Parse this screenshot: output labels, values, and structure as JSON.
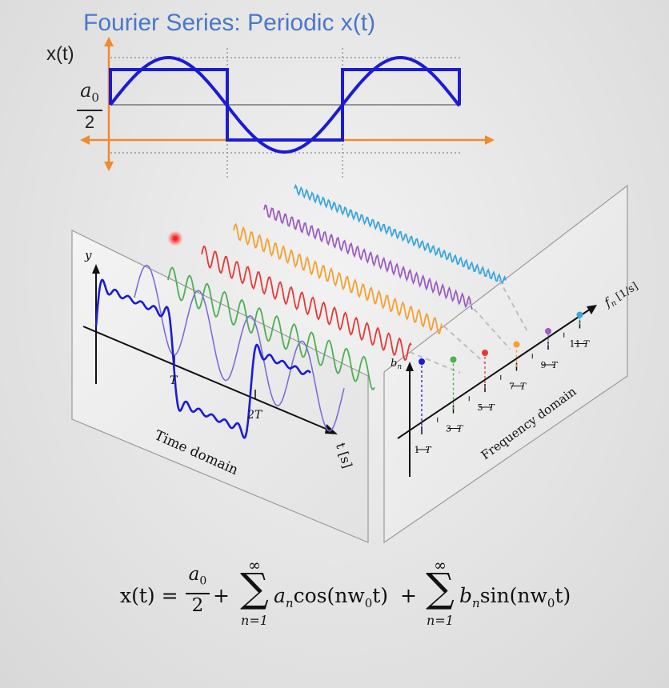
{
  "header": {
    "title": "Fourier Series: Periodic x(t)",
    "y_axis_label": "x(t)",
    "offset_label": {
      "numerator": "a",
      "numerator_sub": "0",
      "denominator": "2"
    }
  },
  "colors": {
    "title": "#4a78c8",
    "signal": "#1b1bd6",
    "axes": "#f08a2c",
    "harmonic_1": "#7a6fd8",
    "harmonic_3": "#4caf50",
    "harmonic_5": "#e53935",
    "harmonic_7": "#f5a030",
    "harmonic_9": "#9c5cc4",
    "harmonic_11": "#3aa6dd"
  },
  "time_panel": {
    "y_label": "y",
    "tick_T": "T",
    "tick_2T": "2T",
    "axis_label": "t [s]",
    "caption": "Time domain"
  },
  "frequency_panel": {
    "y_label": "b",
    "y_label_sub": "n",
    "axis_label": "f",
    "axis_label_sub": "n",
    "axis_unit": "[1/s]",
    "caption": "Frequency domain",
    "harmonics": [
      {
        "numerator": "1",
        "denominator": "T",
        "color": "#1b1bd6"
      },
      {
        "numerator": "3",
        "denominator": "T",
        "color": "#4caf50"
      },
      {
        "numerator": "5",
        "denominator": "T",
        "color": "#e53935"
      },
      {
        "numerator": "7",
        "denominator": "T",
        "color": "#f5a030"
      },
      {
        "numerator": "9",
        "denominator": "T",
        "color": "#9c5cc4"
      },
      {
        "numerator": "11",
        "denominator": "T",
        "color": "#3aa6dd"
      }
    ]
  },
  "formula": {
    "lhs": "x(t) =",
    "a0_num": "a",
    "a0_sub": "0",
    "a0_den": "2",
    "plus": "+",
    "sum_upper": "∞",
    "sum_lower": "n=1",
    "coef_a": "a",
    "coef_b": "b",
    "coef_sub": "n",
    "cos_term": "cos(nw",
    "sin_term": "sin(nw",
    "w_sub": "0",
    "term_tail": "t)"
  }
}
